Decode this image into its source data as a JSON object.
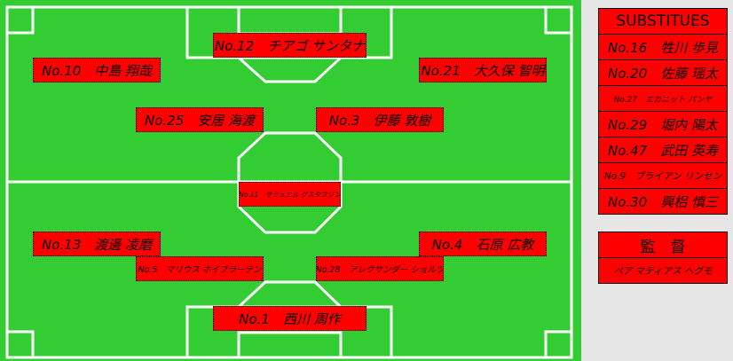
{
  "pitch": {
    "grass_color": "#33cc33",
    "line_color": "#ffffff",
    "players": [
      {
        "id": "p12",
        "label": "No.12　チアゴ サンタナ"
      },
      {
        "id": "p10",
        "label": "No.10　中島 翔哉"
      },
      {
        "id": "p21",
        "label": "No.21　大久保 智明"
      },
      {
        "id": "p25",
        "label": "No.25　安居 海渡"
      },
      {
        "id": "p3",
        "label": "No.3　伊藤 敦樹"
      },
      {
        "id": "p11",
        "label": "No.11　サミュエル グスタフソン"
      },
      {
        "id": "p13",
        "label": "No.13　渡邊 凌磨"
      },
      {
        "id": "p4",
        "label": "No.4　石原 広教"
      },
      {
        "id": "p5",
        "label": "No.5　マリウス ホイブラーテン"
      },
      {
        "id": "p28",
        "label": "No.28　アレクサンダー ショルツ"
      },
      {
        "id": "p1",
        "label": "No.1　西川 周作"
      }
    ]
  },
  "substitutes": {
    "title": "SUBSTITUES",
    "items": [
      {
        "label": "No.16　牲川 歩見"
      },
      {
        "label": "No.20　佐藤 瑶太"
      },
      {
        "label": "No.27　エカニット パンヤ"
      },
      {
        "label": "No.29　堀内 陽太"
      },
      {
        "label": "No.47　武田 英寿"
      },
      {
        "label": "No.9　ブライアン リンセン"
      },
      {
        "label": "No.30　興梠 慎三"
      }
    ]
  },
  "manager": {
    "title": "監　督",
    "name": "ペア マティアス ヘグモ"
  },
  "colors": {
    "tag_bg": "#ff0000",
    "page_bg": "#e6e6e6"
  }
}
